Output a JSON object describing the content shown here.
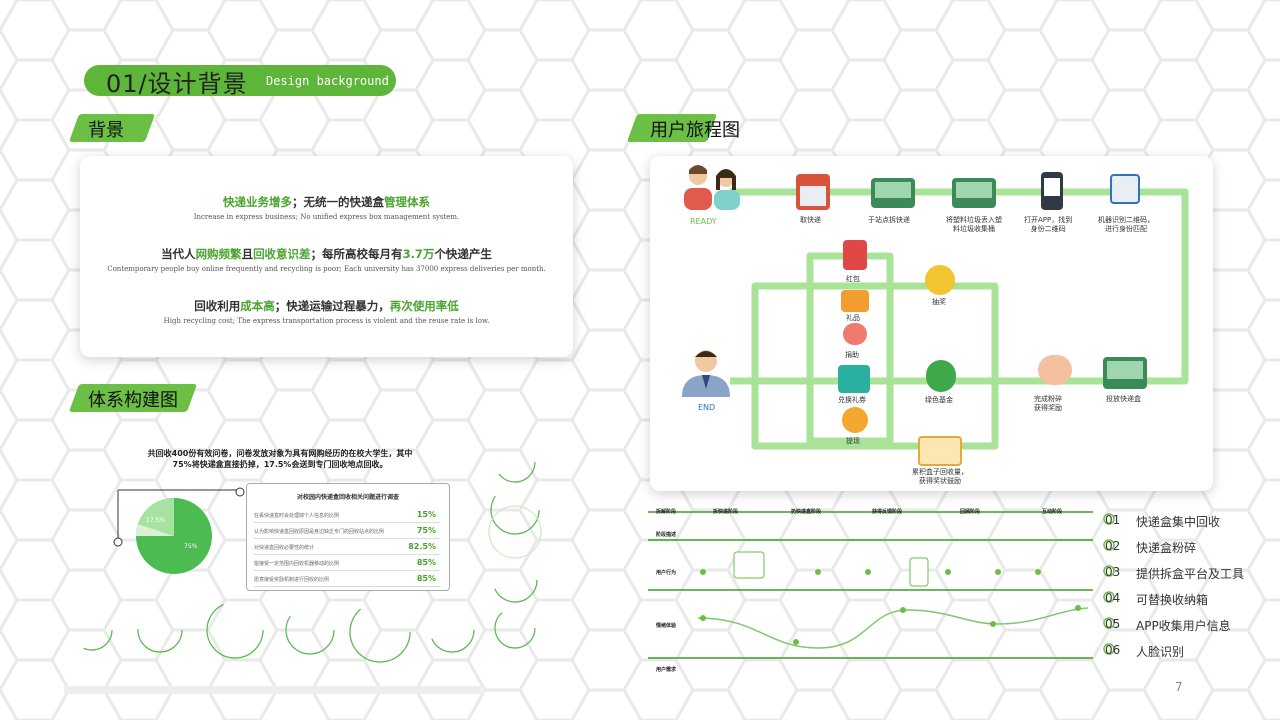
{
  "header": {
    "title": "01/设计背景",
    "subtitle": "Design background"
  },
  "background": {
    "tag": "背景",
    "lines": [
      {
        "zh_a": "快递业务",
        "zh_b": "增多",
        "zh_c": "；无统一的快递盒",
        "zh_d": "管理体系",
        "en": "Increase in express business; No unified express box management system."
      },
      {
        "zh_a": "当代人",
        "zh_b": "网购频繁",
        "zh_c": "且",
        "zh_d": "回收意识差",
        "zh_e": "；每所高校每月有",
        "zh_f": "3.7万",
        "zh_g": "个快递产生",
        "en": "Contemporary people buy online frequently and recycling is poor; Each university has 37000 express deliveries per month."
      },
      {
        "zh_a": "回收利用",
        "zh_b": "成本高",
        "zh_c": "；快递运输过程暴力，",
        "zh_d": "再次使用率低",
        "en": "High recycling cost; The express transportation process is violent and the reuse rate is low."
      }
    ]
  },
  "system": {
    "tag": "体系构建图",
    "survey_line1": "共回收400份有效问卷，问卷发放对象为具有网购经历的在校大学生，其中",
    "survey_line2": "75%将快递盒直接扔掉，17.5%会送到专门回收地点回收。",
    "pie_label_main": "75%",
    "pie_label_minor": "17.5%",
    "table_title": "对校园内快递盒回收相关问题进行调查",
    "rows": [
      {
        "q": "在丢快递盒时会处理掉个人信息的比例",
        "p": "15%"
      },
      {
        "q": "认为影响快递盒回收原因是身边缺乏专门的回收站点的比例",
        "p": "75%"
      },
      {
        "q": "对快递盒回收必要性的统计",
        "p": "82.5%"
      },
      {
        "q": "能接受一定范围内回收机器移动的比例",
        "p": "85%"
      },
      {
        "q": "愿意接受奖励机制进行回收的比例",
        "p": "85%"
      }
    ]
  },
  "journey": {
    "tag": "用户旅程图",
    "ready": "READY",
    "end": "END",
    "steps": {
      "pickup": "取快递",
      "station": "于站点拆快递",
      "throw": "将塑料垃圾丢入塑料垃圾收集桶",
      "app_1": "打开APP，找到",
      "app_2": "身份二维码",
      "scan_1": "机器识别二维码，",
      "scan_2": "进行身份匹配",
      "redpack": "红包",
      "lottery": "抽奖",
      "gift": "礼品",
      "donate": "捐助",
      "coupon": "兑换礼券",
      "fund": "绿色基金",
      "withdraw": "提现",
      "crush_1": "完成粉碎",
      "crush_2": "获得奖励",
      "deliver": "投放快递盒",
      "accum_1": "累积盒子回收量，",
      "accum_2": "获得奖状鼓励"
    }
  },
  "map": {
    "stages": [
      "拆解阶段",
      "拆快递阶段",
      "扔快递盒阶段",
      "获得反馈阶段",
      "回顾阶段",
      "互动阶段"
    ],
    "rows": [
      "阶段描述",
      "用户行为",
      "情绪体验",
      "用户需求"
    ]
  },
  "features": [
    {
      "n": "01",
      "t": "快递盒集中回收"
    },
    {
      "n": "02",
      "t": "快递盒粉碎"
    },
    {
      "n": "03",
      "t": "提供拆盒平台及工具"
    },
    {
      "n": "04",
      "t": "可替换收纳箱"
    },
    {
      "n": "05",
      "t": "APP收集用户信息"
    },
    {
      "n": "06",
      "t": "人脸识别"
    }
  ],
  "page_number": "7",
  "colors": {
    "accent": "#6bbf45",
    "accent_dark": "#3c9d28",
    "line": "#a8e397"
  }
}
